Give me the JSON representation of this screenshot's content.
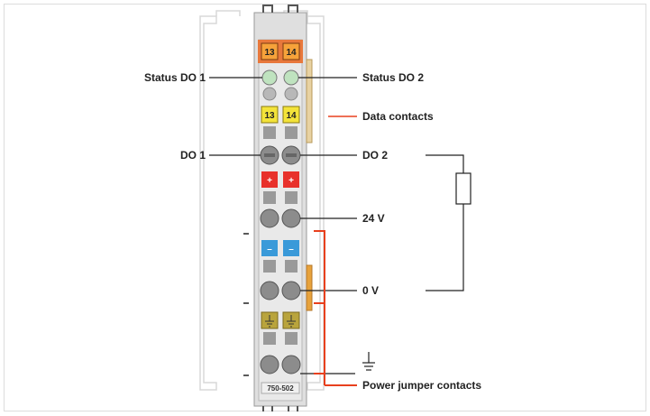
{
  "module": {
    "model": "750-502",
    "top_tabs": [
      "13",
      "14"
    ],
    "data_contacts": [
      "13",
      "14"
    ],
    "plus_markers": [
      "+",
      "+"
    ],
    "minus_markers": [
      "–",
      "–"
    ]
  },
  "labels": {
    "status_do1": "Status DO 1",
    "status_do2": "Status DO 2",
    "data_contacts": "Data contacts",
    "do1": "DO 1",
    "do2": "DO 2",
    "v24": "24 V",
    "v0": "0 V",
    "ground": "⏚",
    "power_jumper": "Power jumper contacts"
  },
  "colors": {
    "housing": "#e4e4e4",
    "orange_tab": "#e8783c",
    "yellow": "#f3e33a",
    "red": "#e8312b",
    "blue": "#3a9ad9",
    "olive": "#b9a43c",
    "annotation_red": "#e8401e",
    "line": "#222222"
  }
}
